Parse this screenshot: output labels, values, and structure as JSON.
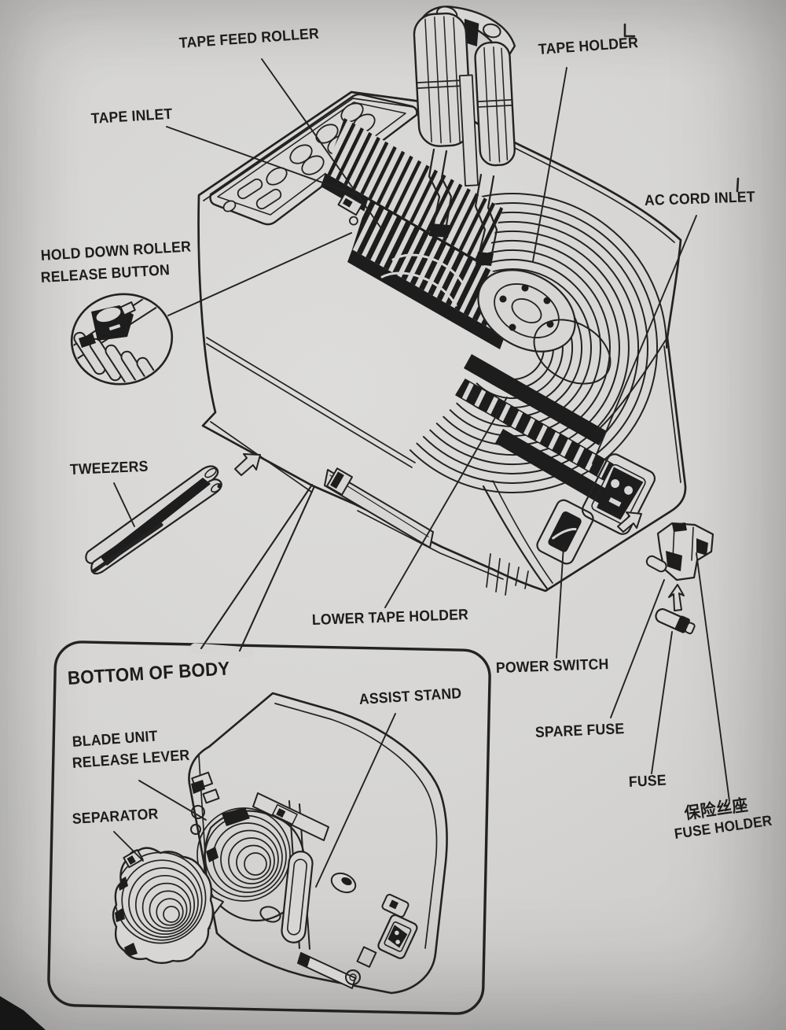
{
  "page": {
    "paper_color": "#d6d5d3",
    "ink_color": "#1d1d1d"
  },
  "diagram": {
    "labels": {
      "tape_feed_roller": "TAPE FEED ROLLER",
      "tape_holder": "TAPE HOLDER",
      "tape_inlet": "TAPE INLET",
      "ac_cord_inlet": "AC CORD INLET",
      "hold_down_roller_line1": "HOLD DOWN ROLLER",
      "hold_down_roller_line2": "RELEASE BUTTON",
      "tweezers": "TWEEZERS",
      "lower_tape_holder": "LOWER TAPE HOLDER",
      "power_switch": "POWER SWITCH",
      "spare_fuse": "SPARE FUSE",
      "fuse": "FUSE",
      "fuse_holder_zh": "保险丝座",
      "fuse_holder_en": "FUSE HOLDER"
    },
    "inset": {
      "title": "BOTTOM OF BODY",
      "blade_unit_line1": "BLADE UNIT",
      "blade_unit_line2": "RELEASE LEVER",
      "separator": "SEPARATOR",
      "assist_stand": "ASSIST STAND"
    }
  }
}
